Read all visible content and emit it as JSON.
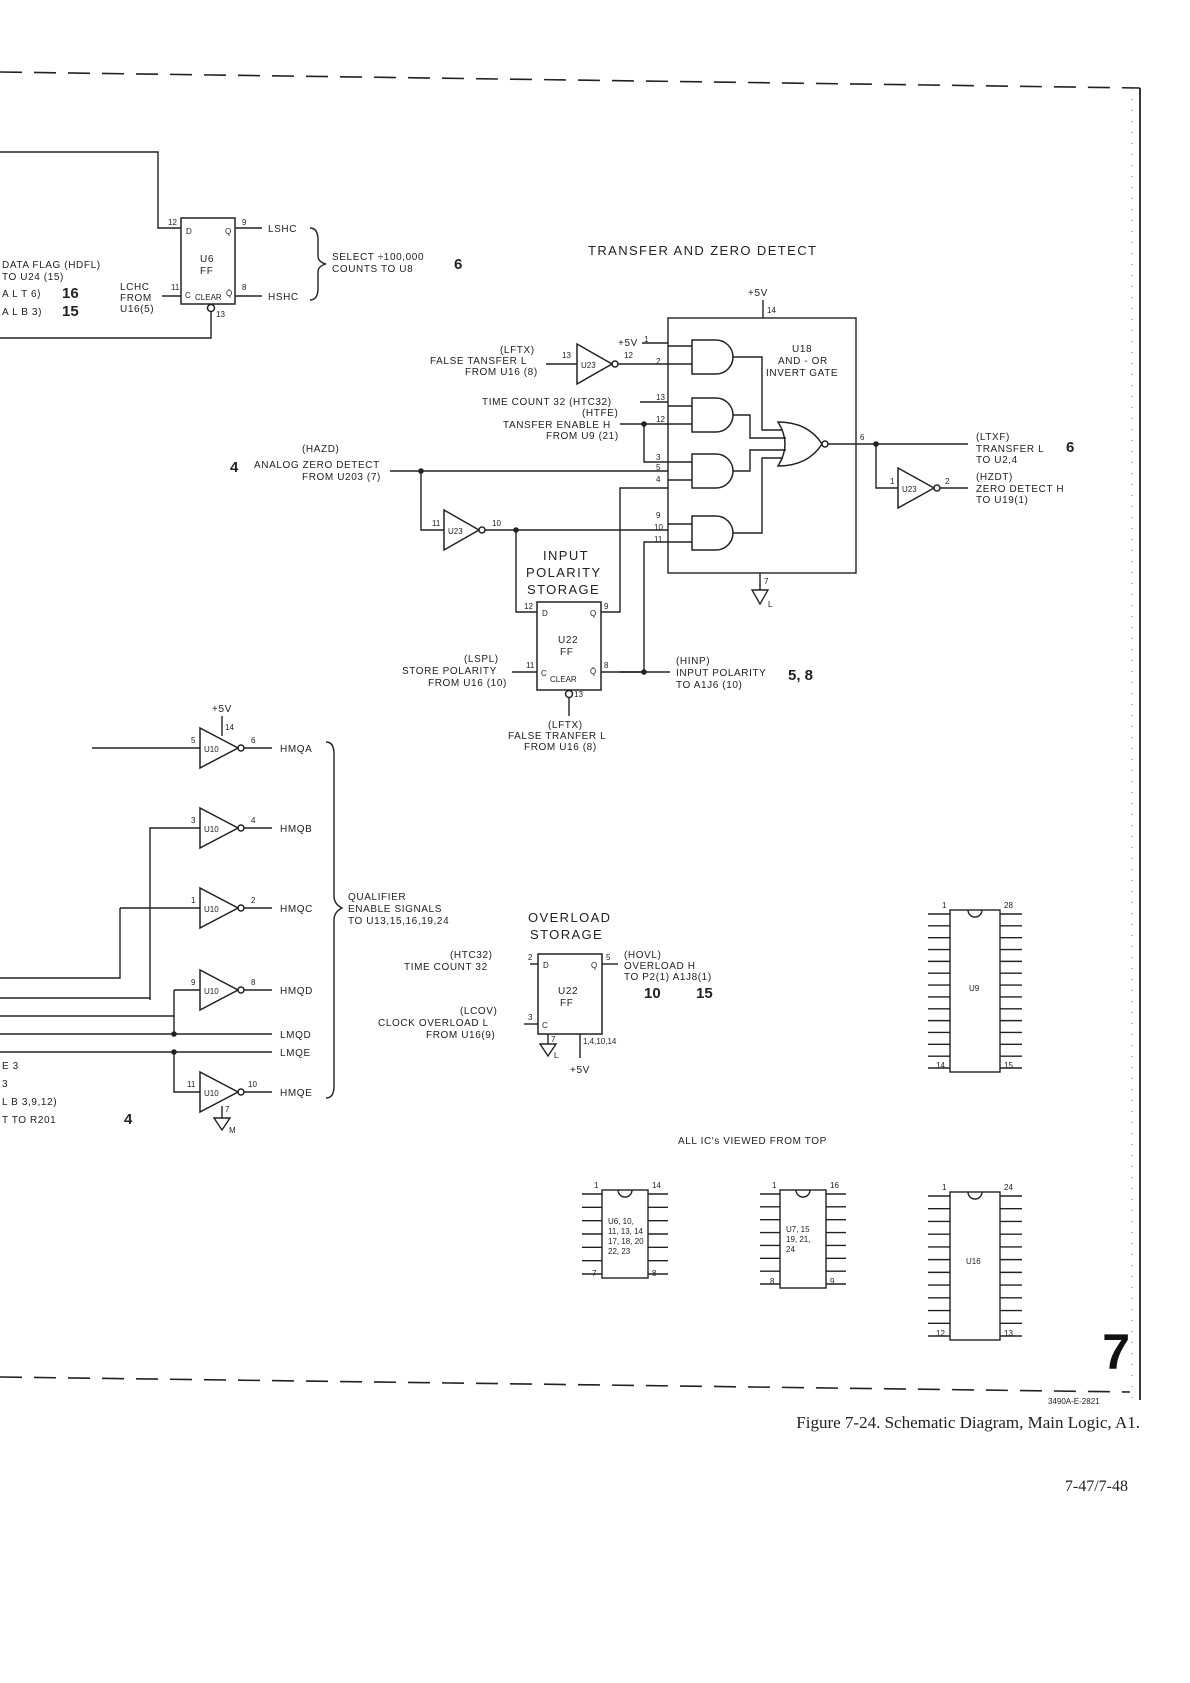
{
  "headings": {
    "transfer_zero": "TRANSFER AND ZERO DETECT",
    "input_polarity": [
      "INPUT",
      "POLARITY",
      "STORAGE"
    ],
    "overload": [
      "OVERLOAD",
      "STORAGE"
    ],
    "all_ics": "ALL IC's VIEWED FROM TOP"
  },
  "u6": {
    "name": "U6",
    "type": "FF",
    "pins": {
      "d": "D",
      "q": "Q",
      "c": "C",
      "clear": "CLEAR",
      "qbar": "Q̄"
    },
    "pin_numbers": {
      "d": "12",
      "q": "9",
      "c": "11",
      "qbar": "8",
      "clear": "13"
    },
    "outputs": [
      "LSHC",
      "HSHC"
    ],
    "select_note": [
      "SELECT ÷100,000",
      "COUNTS TO U8"
    ],
    "select_ref": "6",
    "clock_source": [
      "LCHC",
      "FROM",
      "U16(5)"
    ],
    "left_fragments": [
      "DATA FLAG (HDFL)",
      "TO U24 (15)",
      "A  L  T  6)",
      "A  L  B  3)"
    ],
    "left_refs": [
      "16",
      "15"
    ]
  },
  "u18": {
    "name": "U18",
    "desc": [
      "AND - OR",
      "INVERT GATE"
    ],
    "supply": "+5V",
    "supply_pin": "14",
    "ground_pin": "7",
    "ground_label": "L",
    "inner_supply": "+5V",
    "pins": [
      "1",
      "2",
      "13",
      "12",
      "3",
      "5",
      "4",
      "9",
      "10",
      "11",
      "6"
    ]
  },
  "u23": {
    "name": "U23"
  },
  "signals": {
    "lftx": [
      "(LFTX)",
      "FALSE TANSFER L",
      "FROM U16 (8)"
    ],
    "lftx_pins": [
      "13",
      "12"
    ],
    "htc32": [
      "TIME COUNT 32 (HTC32)",
      "(HTFE)",
      "TANSFER ENABLE H",
      "FROM U9 (21)"
    ],
    "hazd": [
      "(HAZD)",
      "ANALOG ZERO DETECT",
      "FROM U203 (7)"
    ],
    "hazd_ref": "4",
    "u23b_pins": [
      "11",
      "10"
    ],
    "ltxf": [
      "(LTXF)",
      "TRANSFER L",
      "TO U2,4"
    ],
    "ltxf_ref": "6",
    "hzdt": [
      "(HZDT)",
      "ZERO DETECT H",
      "TO U19(1)"
    ],
    "u23c_pins": [
      "1",
      "2"
    ]
  },
  "u22_polarity": {
    "name": "U22",
    "type": "FF",
    "pin_numbers": {
      "d": "12",
      "q": "9",
      "c": "11",
      "qbar": "8",
      "clear": "13"
    },
    "lspl": [
      "(LSPL)",
      "STORE POLARITY",
      "FROM U16 (10)"
    ],
    "hinp": [
      "(HINP)",
      "INPUT POLARITY",
      "TO A1J6 (10)"
    ],
    "hinp_refs": "5, 8",
    "lftx2": [
      "(LFTX)",
      "FALSE TRANFER L",
      "FROM U16 (8)"
    ]
  },
  "u10": {
    "name": "U10",
    "supply": "+5V",
    "supply_pin": "14",
    "ground_pin": "7",
    "ground_label": "M",
    "gates": [
      {
        "in": "5",
        "out": "6",
        "label": "HMQA"
      },
      {
        "in": "3",
        "out": "4",
        "label": "HMQB"
      },
      {
        "in": "1",
        "out": "2",
        "label": "HMQC"
      },
      {
        "in": "9",
        "out": "8",
        "label": "HMQD"
      },
      {
        "in": "11",
        "out": "10",
        "label": "HMQE"
      }
    ],
    "lines": [
      "LMQD",
      "LMQE"
    ],
    "qualifier": [
      "QUALIFIER",
      "ENABLE SIGNALS",
      "TO U13,15,16,19,24"
    ],
    "left_fragments": [
      "E  3",
      "3",
      "L  B  3,9,12)",
      "T  TO R201"
    ],
    "left_ref": "4"
  },
  "u22_overload": {
    "name": "U22",
    "type": "FF",
    "htc32": [
      "(HTC32)",
      "TIME COUNT 32"
    ],
    "lcov": [
      "(LCOV)",
      "CLOCK OVERLOAD L",
      "FROM U16(9)"
    ],
    "hovl": [
      "(HOVL)",
      "OVERLOAD H",
      "TO P2(1) A1J8(1)"
    ],
    "hovl_refs": [
      "10",
      "15"
    ],
    "pins": {
      "d": "2",
      "q": "5",
      "c": "3",
      "gnd": "7",
      "vcc": "1,4,10,14"
    },
    "supply": "+5V",
    "ground_label": "L"
  },
  "packages": [
    {
      "id": "u9",
      "lines": [
        "U9"
      ],
      "pins": [
        "1",
        "28",
        "14",
        "15"
      ]
    },
    {
      "id": "u6-group",
      "lines": [
        "U6, 10,",
        "11, 13, 14",
        "17, 18, 20",
        "22, 23"
      ],
      "pins": [
        "1",
        "14",
        "7",
        "8"
      ]
    },
    {
      "id": "u7-group",
      "lines": [
        "U7, 15",
        "19, 21,",
        "24"
      ],
      "pins": [
        "1",
        "16",
        "8",
        "9"
      ]
    },
    {
      "id": "u16",
      "lines": [
        "U16"
      ],
      "pins": [
        "1",
        "24",
        "12",
        "13"
      ]
    }
  ],
  "drawing_number": "3490A-E-2821",
  "chapter": "7",
  "caption": "Figure 7-24. Schematic Diagram, Main Logic, A1.",
  "page_number": "7-47/7-48"
}
